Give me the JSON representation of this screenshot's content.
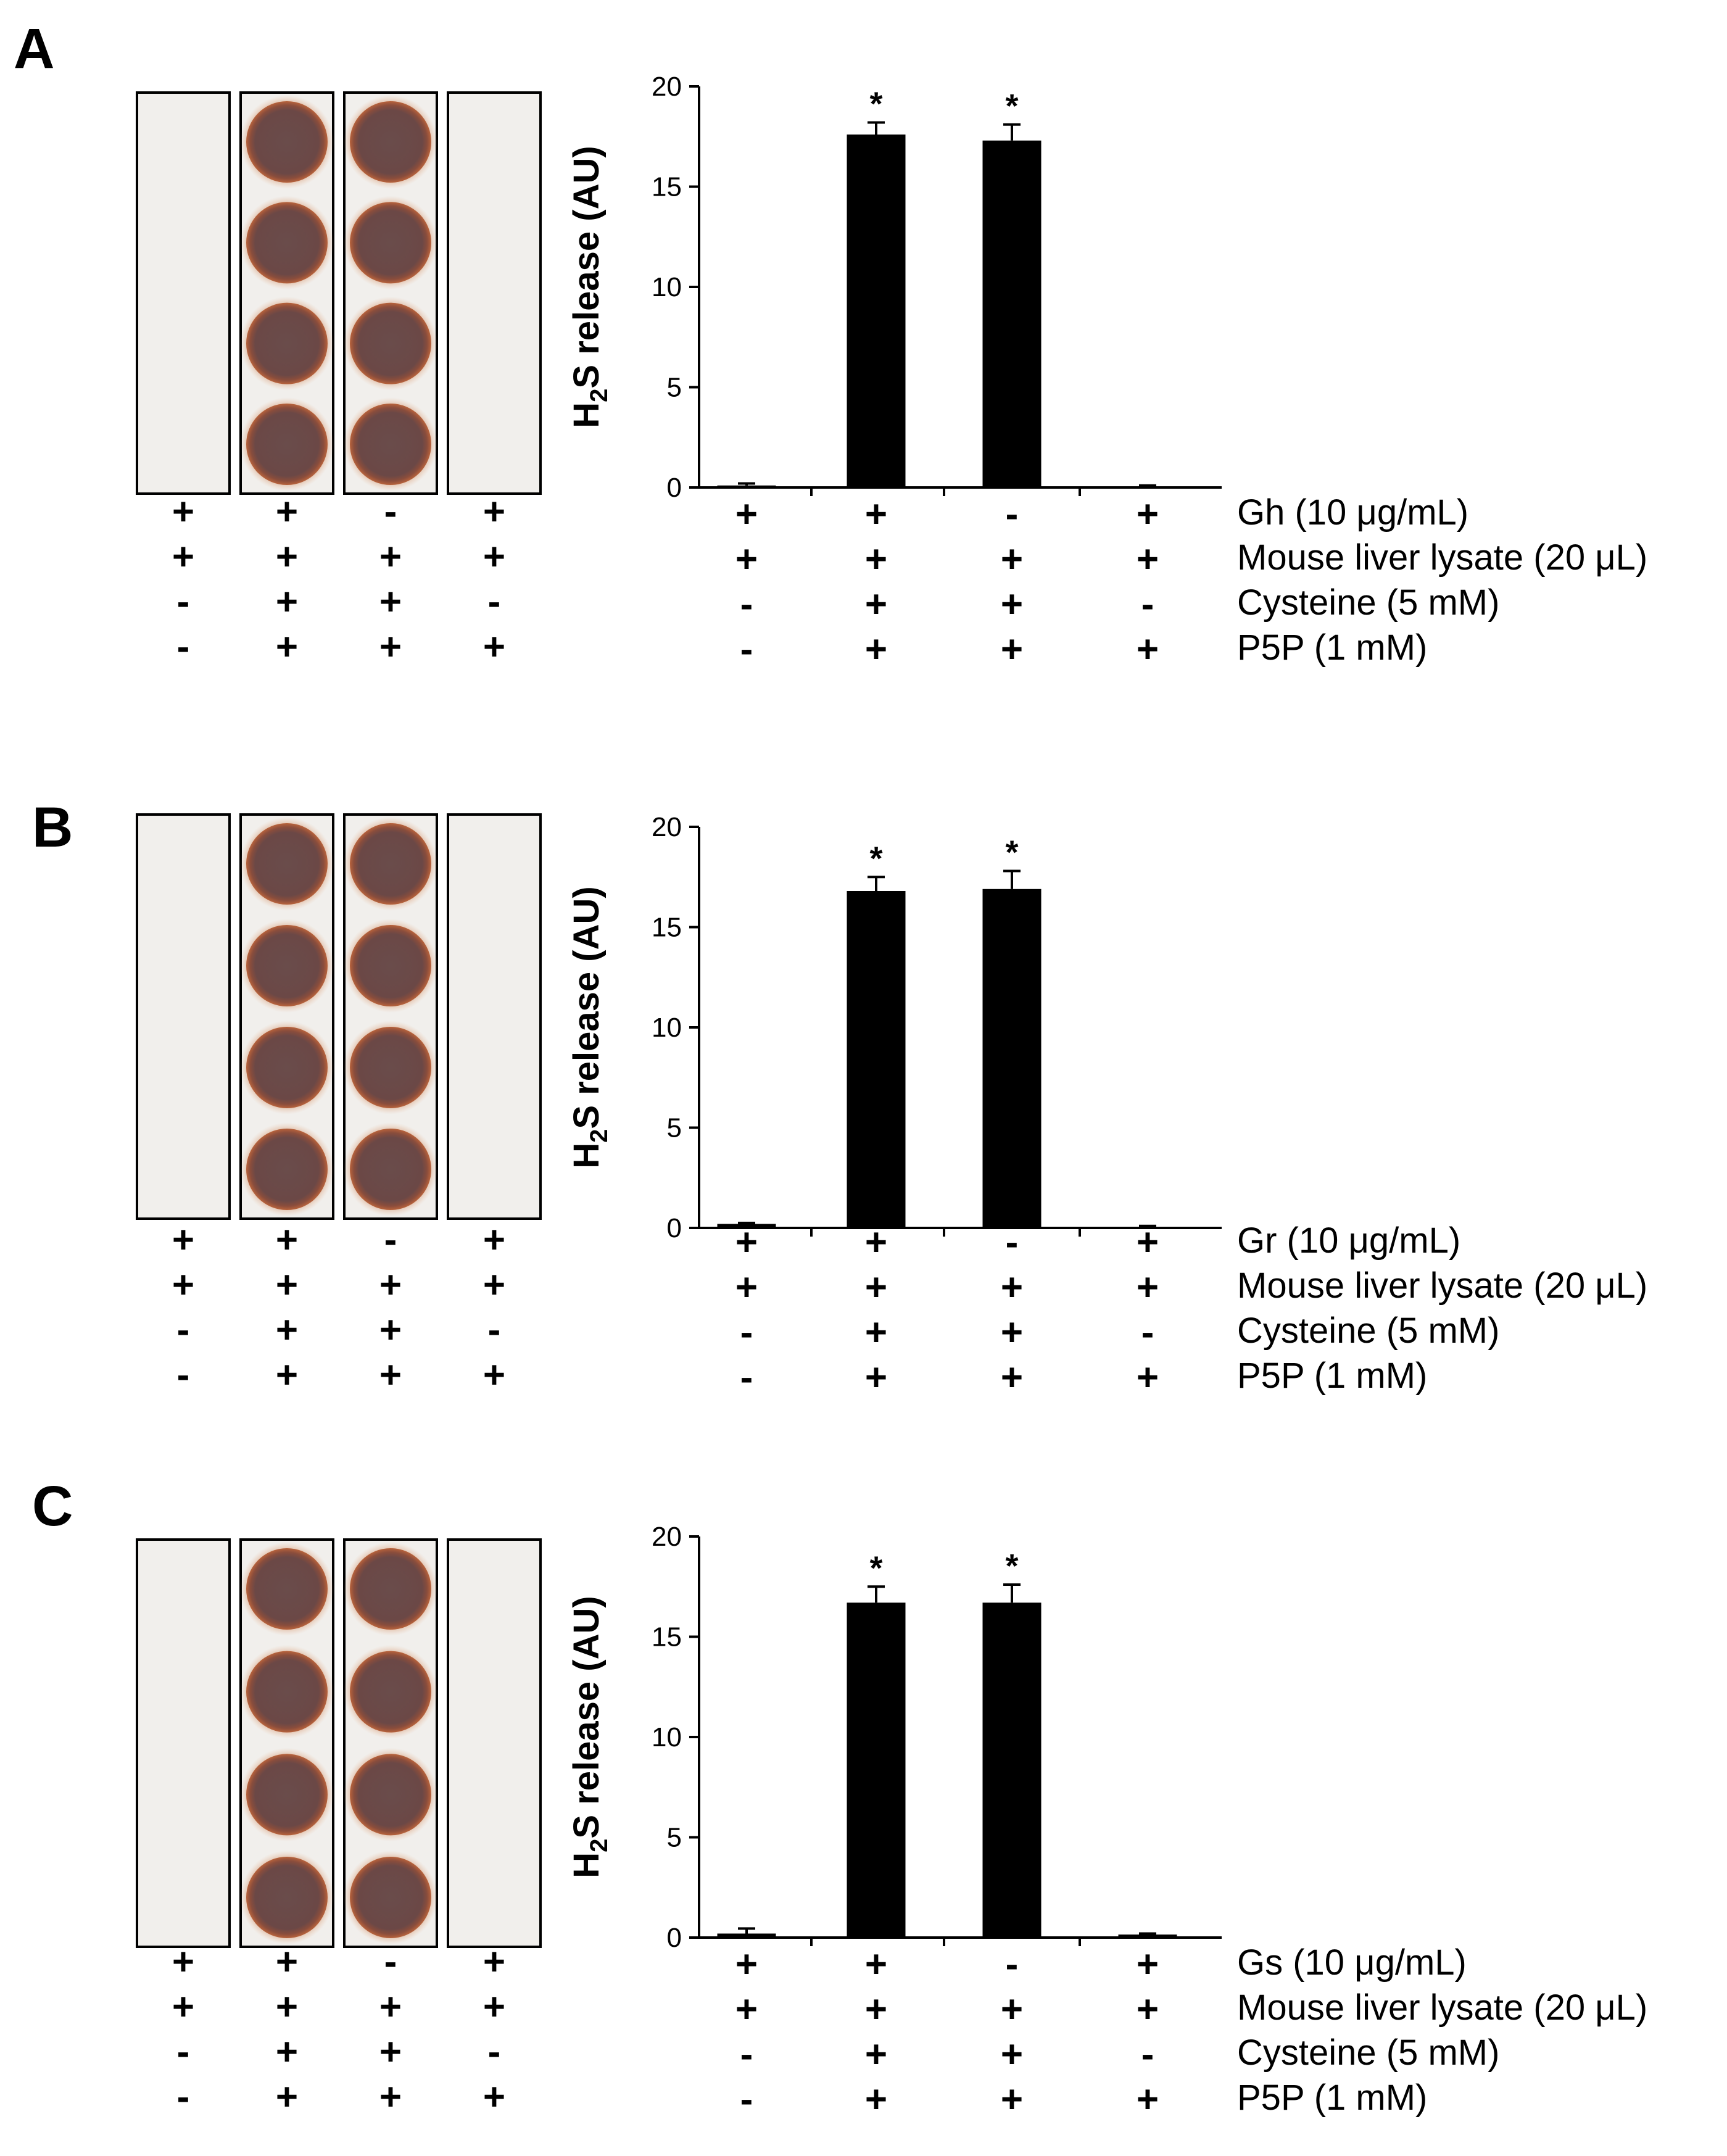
{
  "panels": [
    {
      "letter": "A",
      "chart_data": {
        "type": "bar",
        "ylabel_prefix": "H",
        "ylabel_sub": "2",
        "ylabel_suffix": "S release (AU)",
        "ylim": [
          0,
          20
        ],
        "yticks": [
          "0",
          "5",
          "10",
          "15",
          "20"
        ],
        "values": [
          0.1,
          17.6,
          17.3,
          0.05
        ],
        "errors": [
          0.1,
          0.6,
          0.8,
          0.05
        ],
        "significance": [
          "",
          "*",
          "*",
          ""
        ]
      },
      "conditions": [
        {
          "label": "Gh (10 μg/mL)",
          "signs": [
            "+",
            "+",
            "-",
            "+"
          ]
        },
        {
          "label": "Mouse liver lysate (20 μL)",
          "signs": [
            "+",
            "+",
            "+",
            "+"
          ]
        },
        {
          "label": "Cysteine (5 mM)",
          "signs": [
            "-",
            "+",
            "+",
            "-"
          ]
        },
        {
          "label": "P5P (1 mM)",
          "signs": [
            "-",
            "+",
            "+",
            "+"
          ]
        }
      ],
      "blot_spots": [
        false,
        true,
        true,
        false
      ]
    },
    {
      "letter": "B",
      "chart_data": {
        "type": "bar",
        "ylabel_prefix": "H",
        "ylabel_sub": "2",
        "ylabel_suffix": "S release (AU)",
        "ylim": [
          0,
          20
        ],
        "yticks": [
          "0",
          "5",
          "10",
          "15",
          "20"
        ],
        "values": [
          0.2,
          16.8,
          16.9,
          0.05
        ],
        "errors": [
          0.05,
          0.7,
          0.9,
          0.05
        ],
        "significance": [
          "",
          "*",
          "*",
          ""
        ]
      },
      "conditions": [
        {
          "label": "Gr (10 μg/mL)",
          "signs": [
            "+",
            "+",
            "-",
            "+"
          ]
        },
        {
          "label": "Mouse liver lysate (20 μL)",
          "signs": [
            "+",
            "+",
            "+",
            "+"
          ]
        },
        {
          "label": "Cysteine (5 mM)",
          "signs": [
            "-",
            "+",
            "+",
            "-"
          ]
        },
        {
          "label": "P5P (1 mM)",
          "signs": [
            "-",
            "+",
            "+",
            "+"
          ]
        }
      ],
      "blot_spots": [
        false,
        true,
        true,
        false
      ]
    },
    {
      "letter": "C",
      "chart_data": {
        "type": "bar",
        "ylabel_prefix": "H",
        "ylabel_sub": "2",
        "ylabel_suffix": "S release (AU)",
        "ylim": [
          0,
          20
        ],
        "yticks": [
          "0",
          "5",
          "10",
          "15",
          "20"
        ],
        "values": [
          0.2,
          16.7,
          16.7,
          0.15
        ],
        "errors": [
          0.25,
          0.8,
          0.9,
          0.05
        ],
        "significance": [
          "",
          "*",
          "*",
          ""
        ]
      },
      "conditions": [
        {
          "label": "Gs (10 μg/mL)",
          "signs": [
            "+",
            "+",
            "-",
            "+"
          ]
        },
        {
          "label": "Mouse liver lysate (20 μL)",
          "signs": [
            "+",
            "+",
            "+",
            "+"
          ]
        },
        {
          "label": "Cysteine (5 mM)",
          "signs": [
            "-",
            "+",
            "+",
            "-"
          ]
        },
        {
          "label": "P5P (1 mM)",
          "signs": [
            "-",
            "+",
            "+",
            "+"
          ]
        }
      ],
      "blot_spots": [
        false,
        true,
        true,
        false
      ]
    }
  ],
  "colors": {
    "bar": "#000000",
    "spot": "#6b4a48",
    "spot_rim": "#b8633c",
    "strip_bg": "#f1efec",
    "strip_border": "#000000"
  }
}
